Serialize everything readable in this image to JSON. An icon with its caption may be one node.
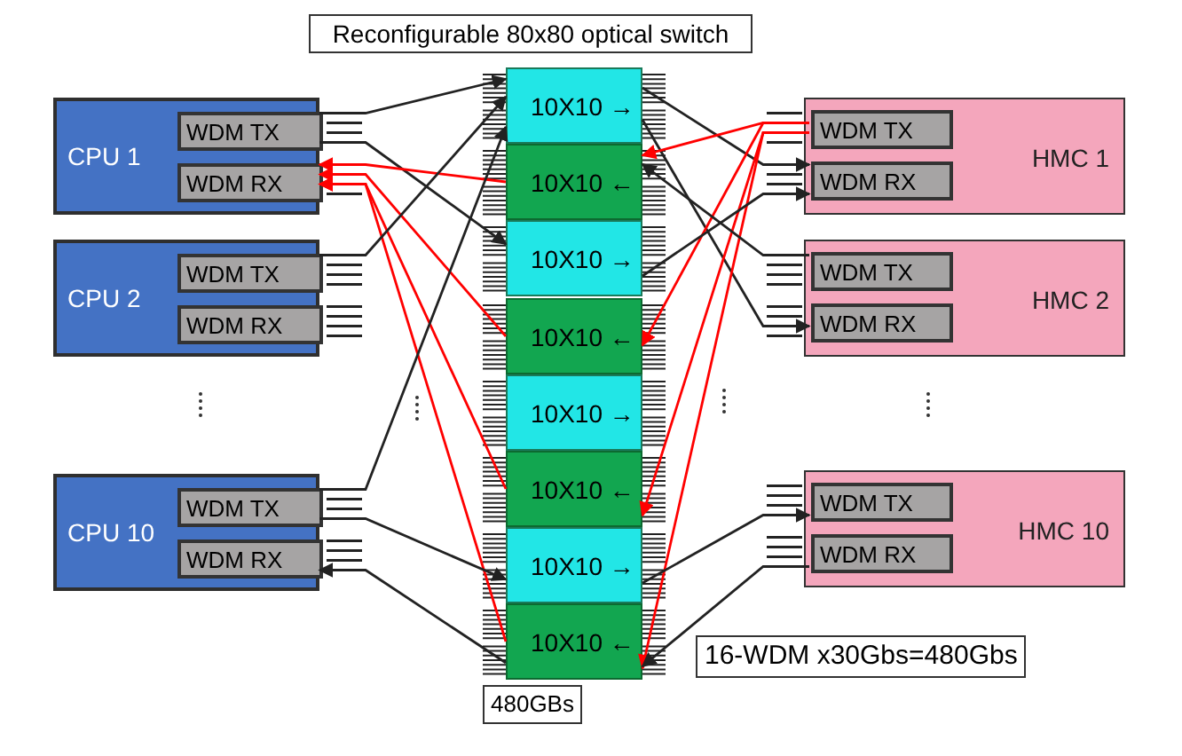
{
  "diagram": {
    "nodes": [
      {
        "text": [
          "CPU 1"
        ]
      },
      {
        "text": [
          "WDM TX"
        ],
        "in": 0
      },
      {
        "text": [
          "WDM RX"
        ],
        "in": 0
      },
      {
        "text": [
          "CPU 2"
        ]
      },
      {
        "text": [
          "WDM TX"
        ],
        "in": 3
      },
      {
        "text": [
          "WDM RX"
        ],
        "in": 3
      },
      {
        "text": [
          "CPU 10"
        ]
      },
      {
        "text": [
          "WDM TX"
        ],
        "in": 6
      },
      {
        "text": [
          "WDM RX"
        ],
        "in": 6
      },
      {
        "text": [
          "HMC 1"
        ]
      },
      {
        "text": [
          "WDM TX"
        ],
        "in": 9
      },
      {
        "text": [
          "WDM RX"
        ],
        "in": 9
      },
      {
        "text": [
          "HMC 2"
        ]
      },
      {
        "text": [
          "WDM TX"
        ],
        "in": 12
      },
      {
        "text": [
          "WDM RX"
        ],
        "in": 12
      },
      {
        "text": [
          "HMC 10"
        ]
      },
      {
        "text": [
          "WDM TX"
        ],
        "in": 15
      },
      {
        "text": [
          "WDM RX"
        ],
        "in": 15
      },
      {
        "text": [
          "Reconfigurable 80x80 optical switch"
        ],
        "beside": [
          "480GBs"
        ]
      },
      {
        "text": [
          "10X10 →"
        ],
        "in": 18
      },
      {
        "text": [
          "10X10 ←"
        ],
        "in": 18
      },
      {
        "text": [
          "10X10 →"
        ],
        "in": 18
      },
      {
        "text": [
          "10X10 ←"
        ],
        "in": 18
      },
      {
        "text": [
          "10X10 →"
        ],
        "in": 18
      },
      {
        "text": [
          "10X10 ←"
        ],
        "in": 18
      },
      {
        "text": [
          "10X10 →"
        ],
        "in": 18
      },
      {
        "text": [
          "10X10 ←"
        ],
        "in": 18
      }
    ],
    "edges": [
      {
        "from": 1,
        "to": 19,
        "arrow": "to"
      },
      {
        "from": 1,
        "to": 21,
        "arrow": "to"
      },
      {
        "from": 20,
        "to": 2,
        "arrow": "to",
        "color": "#ff0000"
      },
      {
        "from": 22,
        "to": 2,
        "arrow": "to",
        "color": "#ff0000"
      },
      {
        "from": 24,
        "to": 2,
        "arrow": "to",
        "color": "#ff0000"
      },
      {
        "from": 26,
        "to": 2,
        "arrow": "to",
        "color": "#ff0000"
      },
      {
        "from": 4,
        "to": 19,
        "arrow": "to"
      },
      {
        "from": 7,
        "to": 19,
        "arrow": "to"
      },
      {
        "from": 7,
        "to": 25,
        "arrow": "to"
      },
      {
        "from": 26,
        "to": 8,
        "arrow": "to"
      },
      {
        "from": 19,
        "to": 11,
        "arrow": "to"
      },
      {
        "from": 19,
        "to": 14,
        "arrow": "to"
      },
      {
        "from": 10,
        "to": 20,
        "arrow": "to",
        "color": "#ff0000"
      },
      {
        "from": 10,
        "to": 22,
        "arrow": "to",
        "color": "#ff0000"
      },
      {
        "from": 10,
        "to": 24,
        "arrow": "to",
        "color": "#ff0000"
      },
      {
        "from": 10,
        "to": 26,
        "arrow": "to",
        "color": "#ff0000"
      },
      {
        "from": 13,
        "to": 20,
        "arrow": "to"
      },
      {
        "from": 21,
        "to": 11,
        "arrow": "to"
      },
      {
        "from": 25,
        "to": 16,
        "arrow": "to"
      },
      {
        "from": 17,
        "to": 26,
        "arrow": "to"
      }
    ],
    "labels": [
      "16-WDM x30Gbs=480Gbs"
    ]
  }
}
